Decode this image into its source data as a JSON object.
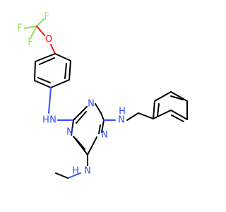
{
  "molecule": {
    "atom_colors": {
      "N": "#3050F8",
      "O": "#FF0D0D",
      "F": "#90E050",
      "C": "#000000"
    },
    "labels": {
      "f_top": "F",
      "f_left": "F",
      "f_mid": "F",
      "o": "O",
      "nh_aryl": "N",
      "h_aryl": "H",
      "nh_benzyl": "N",
      "h_benzyl": "H",
      "nh_methyl": "N",
      "h_methyl": "H",
      "n_ring_top": "N",
      "n_ring_left": "N",
      "n_ring_right": "N"
    }
  }
}
